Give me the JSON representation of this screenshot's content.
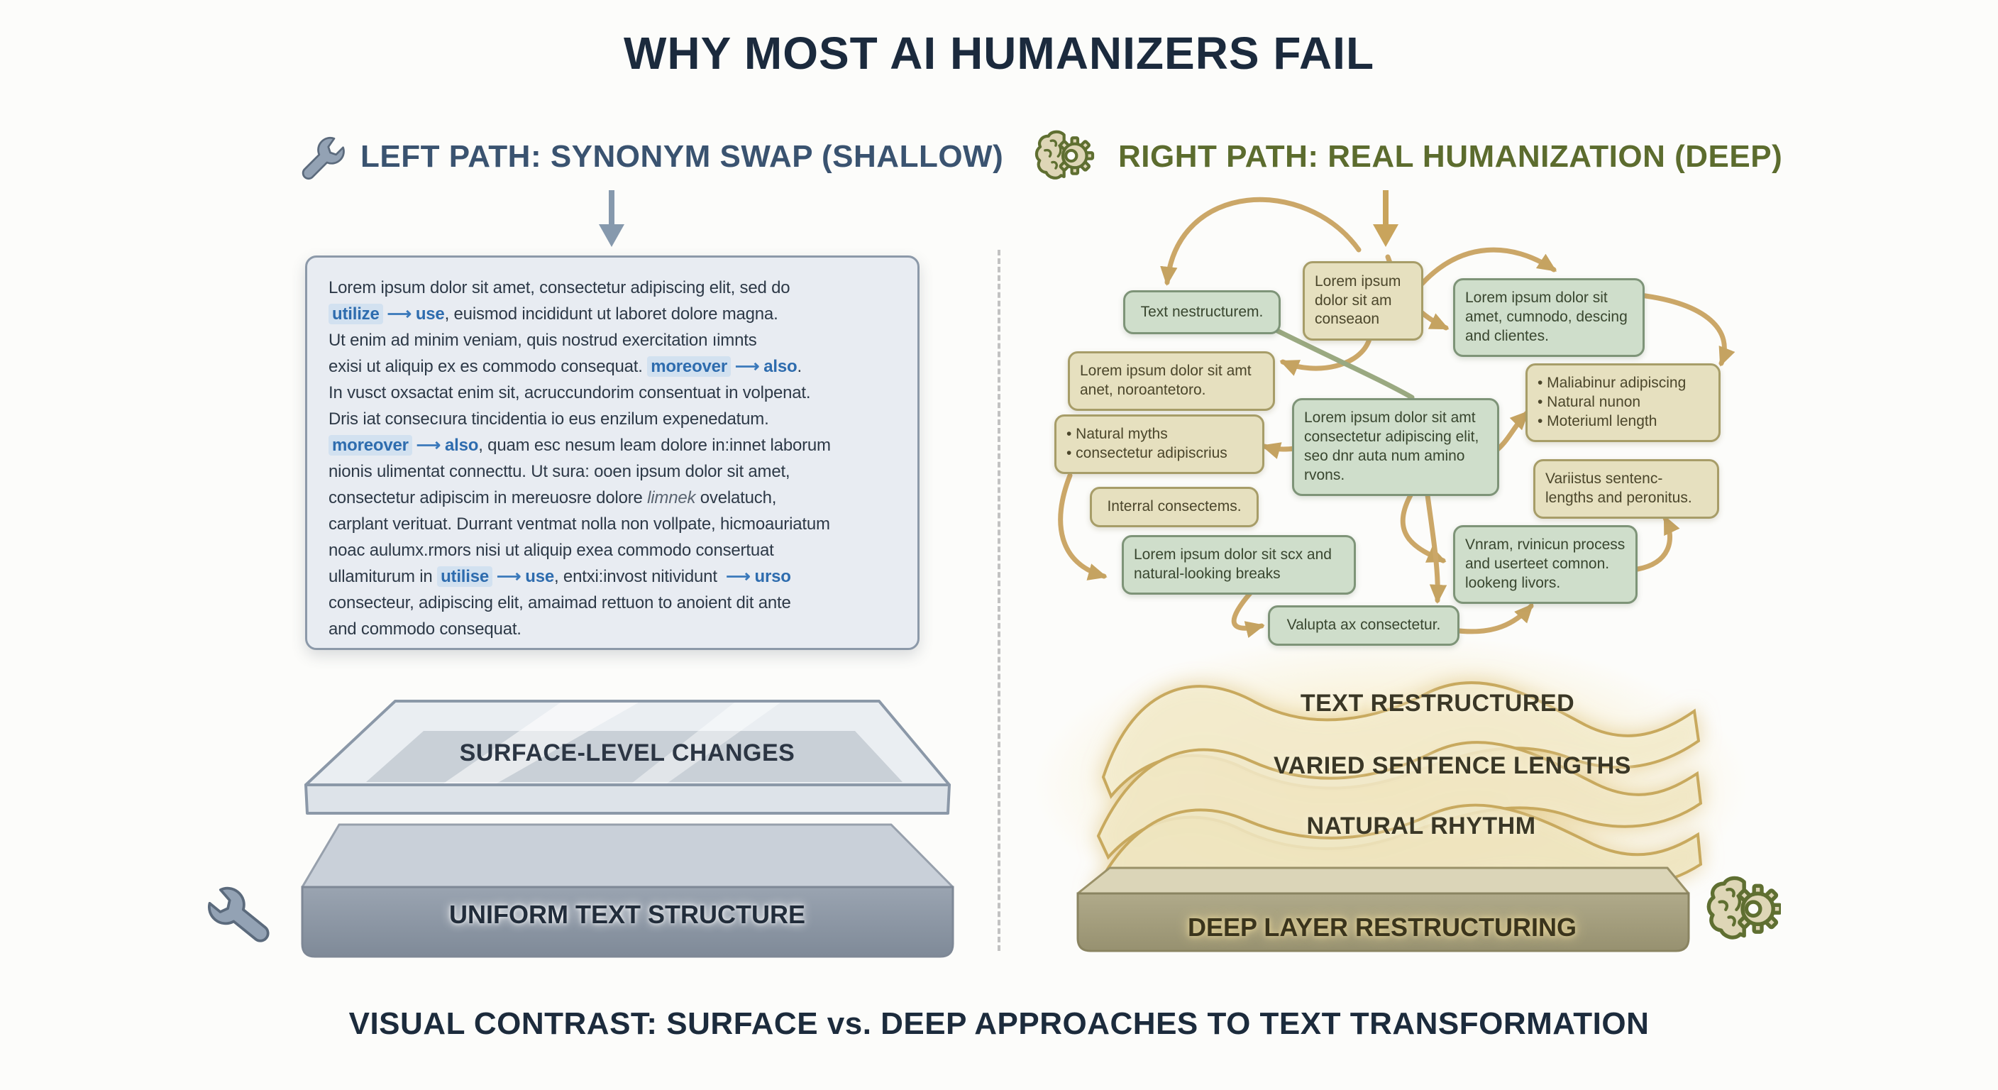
{
  "title": "WHY MOST AI HUMANIZERS FAIL",
  "caption": "VISUAL CONTRAST: SURFACE vs. DEEP APPROACHES TO TEXT TRANSFORMATION",
  "colors": {
    "accent_blue": "#2e6cae",
    "slate_heading": "#3a5370",
    "olive_heading": "#5c6c2e",
    "gold_arrow": "#c9a45c",
    "panel_bg": "#e8ecf2",
    "green_box": "#cfdecb",
    "tan_box": "#e6e0bf"
  },
  "icons": {
    "left_path": "wrench-icon",
    "right_path": "brain-gear-icon"
  },
  "left": {
    "heading": "LEFT PATH: SYNONYM SWAP (SHALLOW)",
    "panel_lines": [
      [
        {
          "t": "Lorem ipsum dolor sit amet, consectetur adipiscing elit, sed do"
        }
      ],
      [
        {
          "t": "utilize",
          "c": "hl"
        },
        {
          "t": "⟶",
          "c": "ar"
        },
        {
          "t": "use",
          "c": "nw"
        },
        {
          "t": ", euismod incididunt ut laboret dolore magna."
        }
      ],
      [
        {
          "t": "Ut enim ad minim veniam, quis nostrud exercitation ıimnts"
        }
      ],
      [
        {
          "t": "exisi ut aliquip ex es commodo consequat. "
        },
        {
          "t": "moreover",
          "c": "hl"
        },
        {
          "t": "⟶",
          "c": "ar"
        },
        {
          "t": "also",
          "c": "nw"
        },
        {
          "t": "."
        }
      ],
      [
        {
          "t": "In vusct oxsactat enim sit, acruccundorim consentuat in volpenat."
        }
      ],
      [
        {
          "t": "Dris iat consecıura tincidentia io eus enzilum expenedatum."
        }
      ],
      [
        {
          "t": "moreover",
          "c": "hl"
        },
        {
          "t": "⟶",
          "c": "ar"
        },
        {
          "t": "also",
          "c": "nw"
        },
        {
          "t": ", quam esc nesum leam dolore in:innet laborum"
        }
      ],
      [
        {
          "t": "nionis ulimentat connecttu. Ut sura: ooen ipsum dolor sit amet,"
        }
      ],
      [
        {
          "t": "consectetur adipiscim in mereuosre dolore "
        },
        {
          "t": "limnek",
          "c": "it"
        },
        {
          "t": " ovelatuch,"
        }
      ],
      [
        {
          "t": "carplant verituat. Durrant ventmat nolla non vollpate, hicmoauriatum"
        }
      ],
      [
        {
          "t": "noac aulumx.rmors nisi ut aliquip exea commodo consertuat"
        }
      ],
      [
        {
          "t": "ullamiturum in "
        },
        {
          "t": "utilise",
          "c": "hl"
        },
        {
          "t": "⟶",
          "c": "ar"
        },
        {
          "t": "use",
          "c": "nw"
        },
        {
          "t": ", entxi:invost nitividunt "
        },
        {
          "t": "⟶",
          "c": "ar"
        },
        {
          "t": "urso",
          "c": "nw"
        }
      ],
      [
        {
          "t": "consecteur, adipiscing elit, amaimad rettuon to anoient dit ante"
        }
      ],
      [
        {
          "t": "and commodo consequat."
        }
      ]
    ],
    "layers": {
      "top": "SURFACE-LEVEL CHANGES",
      "bottom": "UNIFORM TEXT STRUCTURE"
    }
  },
  "right": {
    "heading": "RIGHT PATH: REAL HUMANIZATION (DEEP)",
    "flow_boxes": [
      {
        "id": "b1",
        "variant": "green",
        "center": true,
        "text": "Text nestructurem."
      },
      {
        "id": "b2",
        "variant": "tan",
        "text": "Lorem ipsum dolor sit am conseaon"
      },
      {
        "id": "b3",
        "variant": "green",
        "text": "Lorem ipsum dolor sit amet, cumnodo, descing and clientes."
      },
      {
        "id": "b4",
        "variant": "tan",
        "text": "Lorem ipsum dolor sit amt anet, noroantetoro."
      },
      {
        "id": "b5",
        "variant": "tan",
        "bullets": [
          "Maliabinur adipiscing",
          "Natural nunon",
          "Moteriuml length"
        ]
      },
      {
        "id": "b6",
        "variant": "tan",
        "bullets": [
          "Natural myths",
          "consectetur adipiscrius"
        ]
      },
      {
        "id": "b7",
        "variant": "green",
        "text": "Lorem ipsum dolor sit amt consectetur adipiscing elit, seo dnr auta num amino rvons."
      },
      {
        "id": "b8",
        "variant": "tan",
        "text": "Variistus sentenc- lengths and peronitus."
      },
      {
        "id": "b9",
        "variant": "tan",
        "center": true,
        "text": "Interral consectems."
      },
      {
        "id": "b10",
        "variant": "green",
        "text": "Lorem ipsum dolor sit scx and natural-looking breaks"
      },
      {
        "id": "b11",
        "variant": "green",
        "text": "Vnram, rvinicun process and userteet comnon. lookeng livors."
      },
      {
        "id": "b12",
        "variant": "green",
        "center": true,
        "text": "Valupta ax consectetur."
      }
    ],
    "wave_labels": [
      "TEXT RESTRUCTURED",
      "VARIED SENTENCE LENGTHS",
      "NATURAL RHYTHM"
    ],
    "slab_label": "DEEP LAYER RESTRUCTURING"
  }
}
